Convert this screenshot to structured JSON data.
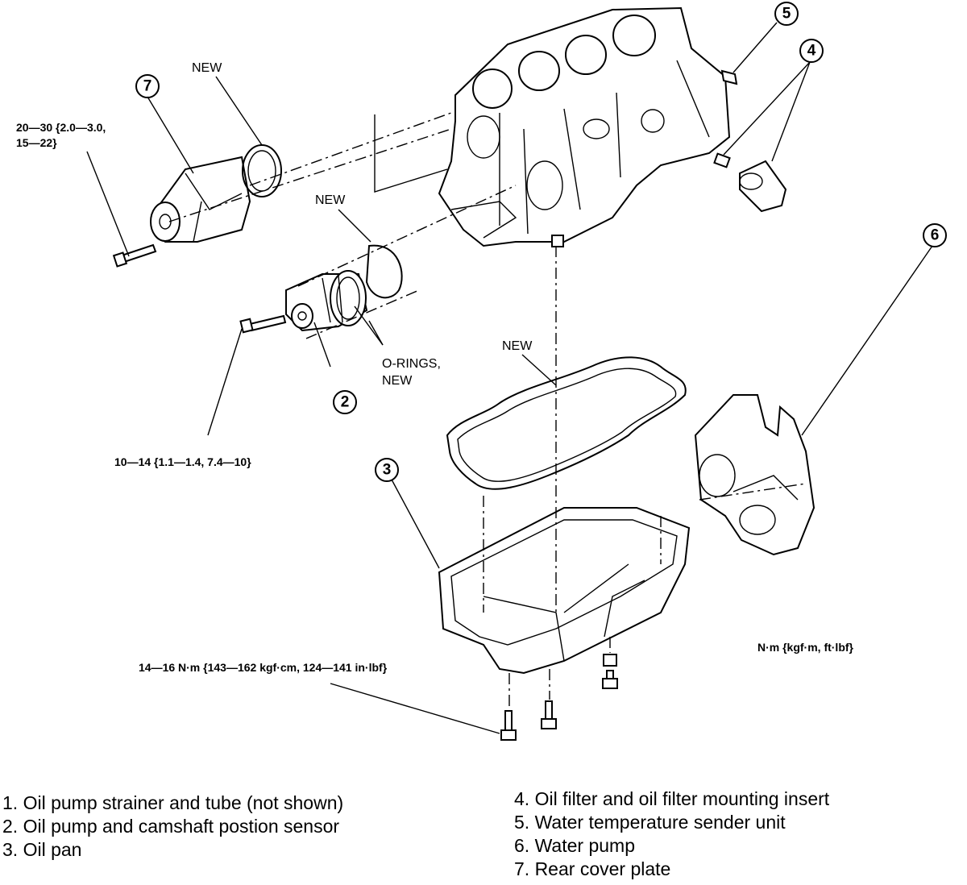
{
  "labels": {
    "new_water_pump_gasket": "NEW",
    "new_oil_pump_gasket": "NEW",
    "new_oil_pan_gasket": "NEW",
    "o_rings": "O-RINGS,",
    "o_rings_new": "NEW",
    "torque_water_pump_line1": "20—30 {2.0—3.0,",
    "torque_water_pump_line2": "15—22}",
    "torque_oil_pump": "10—14 {1.1—1.4, 7.4—10}",
    "torque_oil_pan": "14—16 N·m {143—162 kgf·cm, 124—141 in·lbf}",
    "units": "N·m {kgf·m, ft·lbf}"
  },
  "callouts": [
    "2",
    "3",
    "4",
    "5",
    "6",
    "7"
  ],
  "legend": {
    "left": [
      "1. Oil pump strainer and tube (not shown)",
      "2. Oil pump and camshaft postion sensor",
      "3. Oil pan"
    ],
    "right": [
      "4. Oil filter and oil filter mounting insert",
      "5. Water temperature sender unit",
      "6. Water pump",
      "7. Rear cover plate"
    ]
  }
}
